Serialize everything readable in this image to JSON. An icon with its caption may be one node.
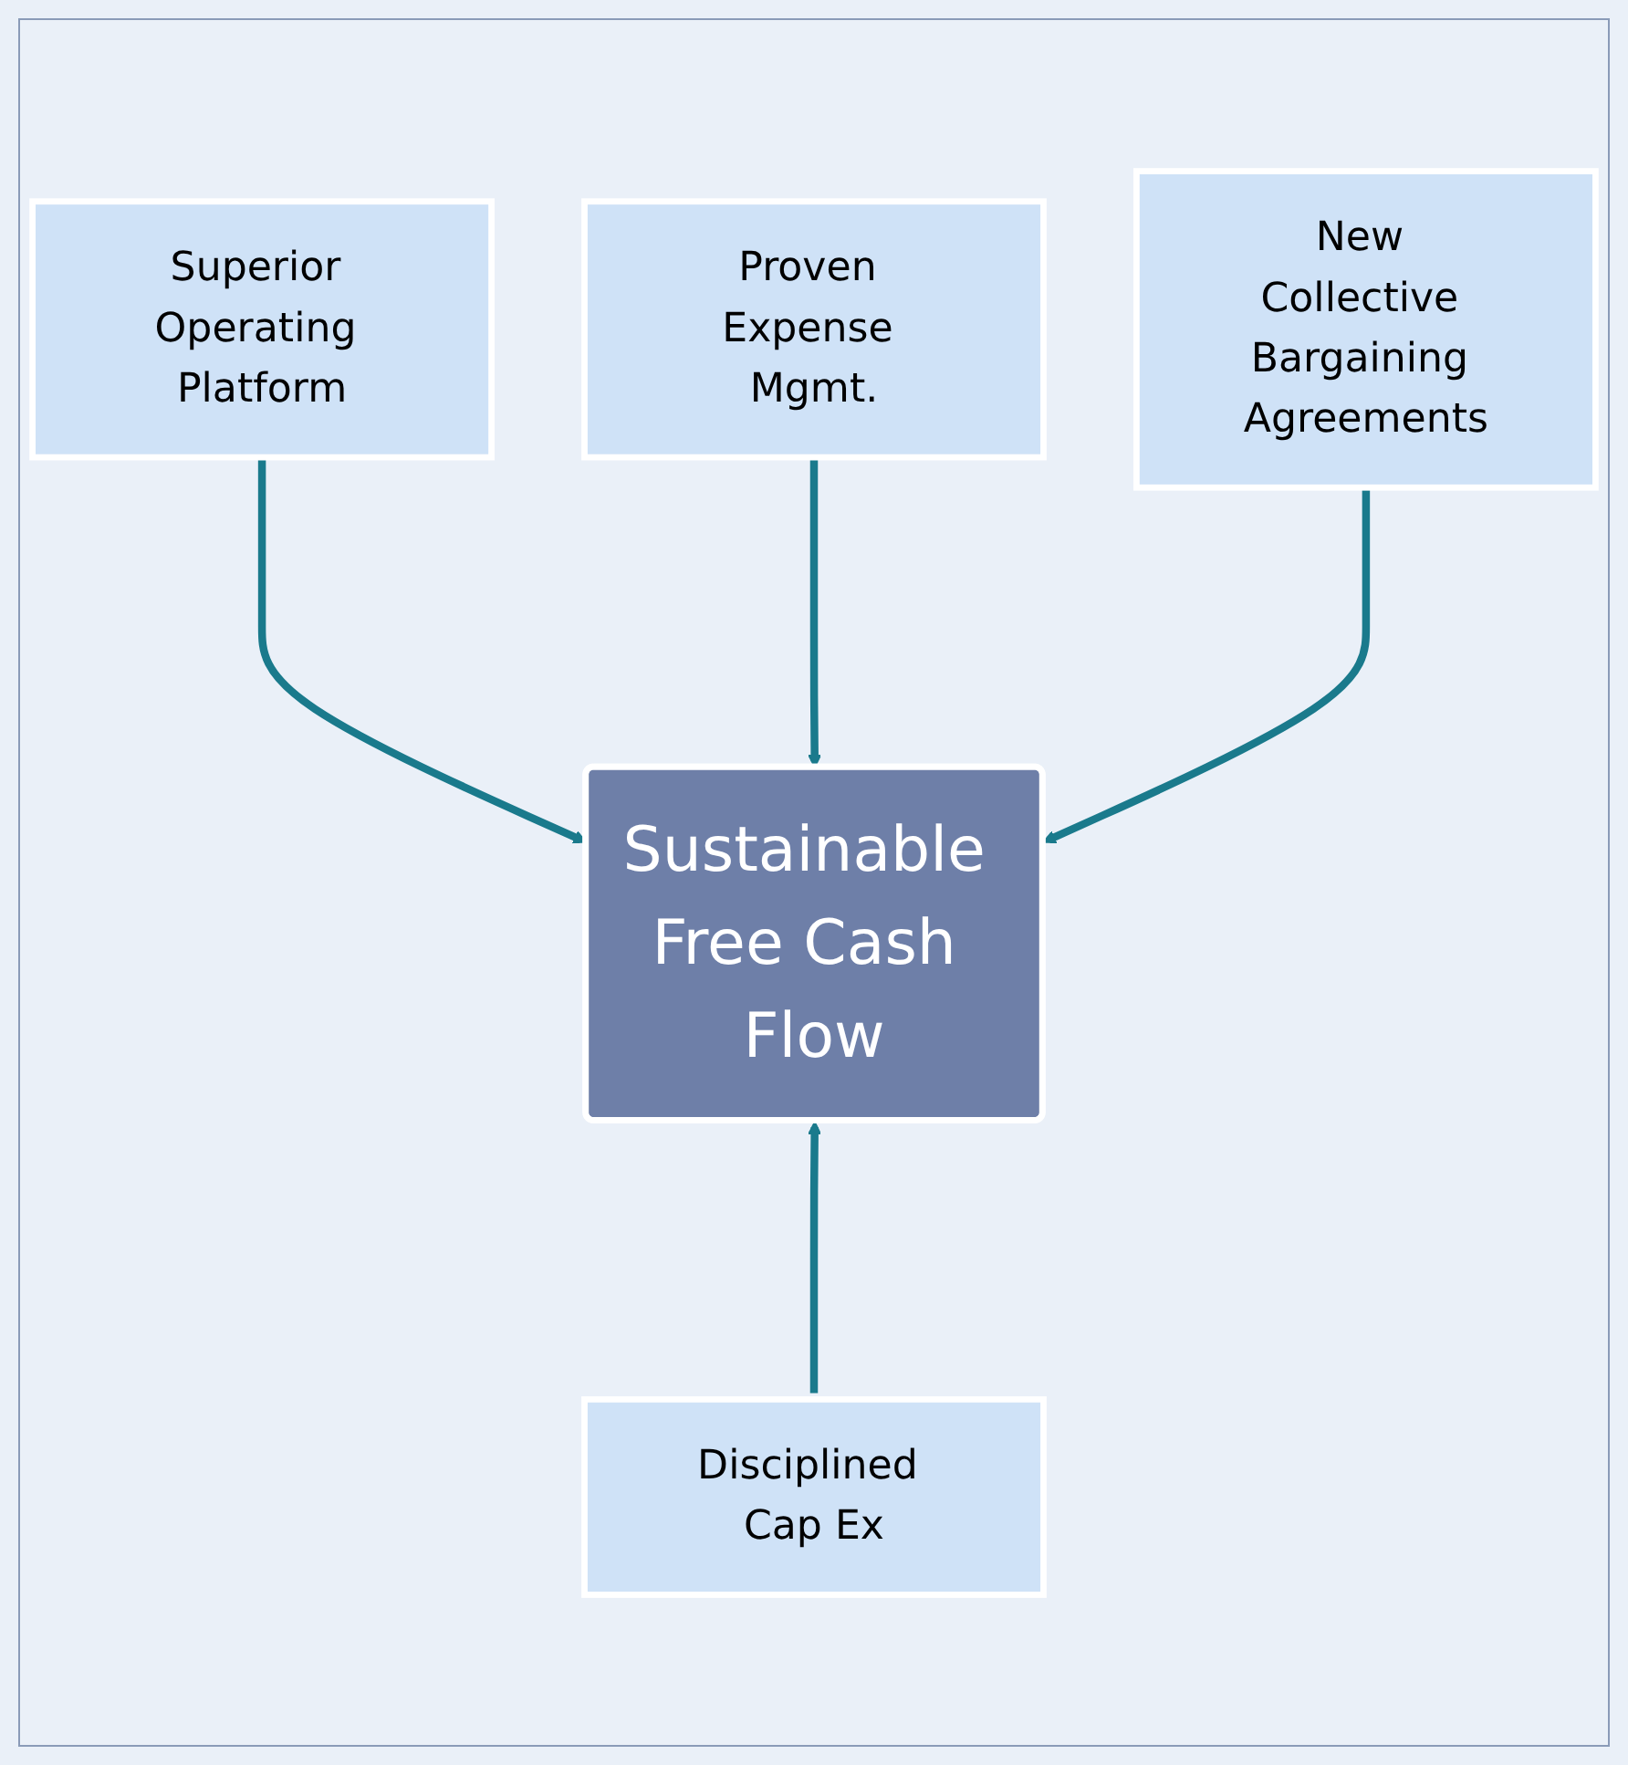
{
  "diagram": {
    "nodes": [
      {
        "text": [
          "Superior Operating Platform"
        ]
      },
      {
        "text": [
          "Proven Expense Mgmt."
        ]
      },
      {
        "text": [
          "Sustainable Free Cash Flow"
        ]
      },
      {
        "text": [
          "New Collective Bargaining Agreements"
        ]
      },
      {
        "text": [
          "Disciplined Cap Ex"
        ]
      }
    ],
    "edges": [
      {
        "from": 0,
        "to": 2,
        "arrow": "to"
      },
      {
        "from": 1,
        "to": 2,
        "arrow": "to"
      },
      {
        "from": 3,
        "to": 2,
        "arrow": "to"
      },
      {
        "from": 4,
        "to": 2,
        "arrow": "to"
      }
    ]
  }
}
